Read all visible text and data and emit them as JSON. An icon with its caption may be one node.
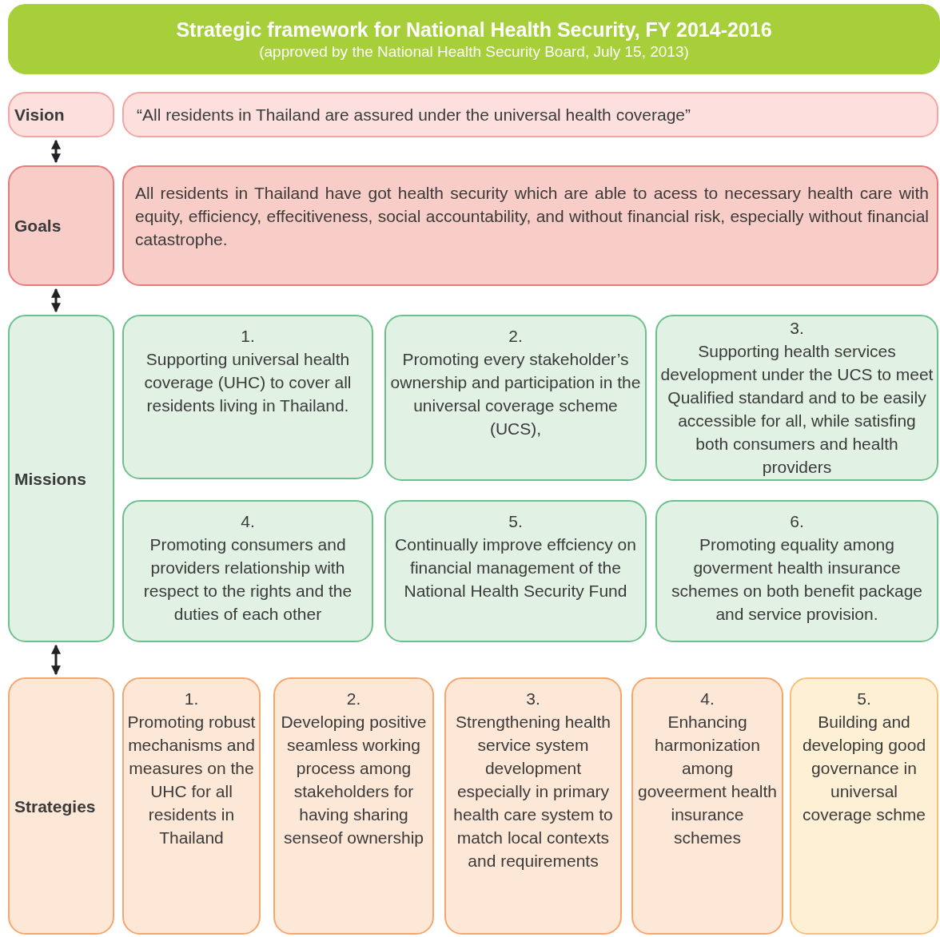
{
  "diagram": {
    "nodes": [
      {
        "text": [
          "Strategic framework for National Health Security, FY 2014-2016",
          "(approved by the National Health Security Board, July 15, 2013)"
        ]
      },
      {
        "text": [
          "Vision"
        ]
      },
      {
        "text": [
          "“All residents in Thailand are assured under the universal health coverage”"
        ]
      },
      {
        "text": [
          "Goals"
        ]
      },
      {
        "text": [
          "All residents in Thailand have got health security which are able to acess to necessary health care with equity, efficiency, effecitiveness, social accountability, and without financial risk, especially without financial catastrophe."
        ]
      },
      {
        "text": [
          "Missions"
        ]
      },
      {
        "text": [
          "1.",
          "Supporting universal health coverage (UHC) to cover all residents living in Thailand."
        ]
      },
      {
        "text": [
          "2.",
          "Promoting every stakeholder’s ownership and participation in the universal coverage scheme (UCS),"
        ]
      },
      {
        "text": [
          "3.",
          "Supporting health services development under the UCS to meet Qualified standard and to be easily accessible for all, while satisfing both consumers and health providers"
        ]
      },
      {
        "text": [
          "4.",
          "Promoting consumers and providers relationship with respect to the rights and the duties of each other"
        ]
      },
      {
        "text": [
          "5.",
          "Continually improve effciency on financial management of the National Health Security Fund"
        ]
      },
      {
        "text": [
          "6.",
          "Promoting equality among goverment health insurance schemes on both benefit package and service provision."
        ]
      },
      {
        "text": [
          "Strategies"
        ]
      },
      {
        "text": [
          "1.",
          "Promoting robust mechanisms and measures on the UHC for all residents in Thailand"
        ]
      },
      {
        "text": [
          "2.",
          "Developing positive seamless working process among stakeholders for having sharing senseof ownership"
        ]
      },
      {
        "text": [
          "3.",
          "Strengthening health service system development especially in primary health care system to match local contexts and requirements"
        ]
      },
      {
        "text": [
          "4.",
          "Enhancing harmonization among goveerment health insurance schemes"
        ]
      },
      {
        "text": [
          "5.",
          "Building and developing good governance in universal coverage schme"
        ]
      }
    ],
    "edges": [
      {
        "from": 1,
        "to": 3,
        "arrow": "both"
      },
      {
        "from": 3,
        "to": 5,
        "arrow": "both"
      },
      {
        "from": 5,
        "to": 12,
        "arrow": "both"
      }
    ]
  }
}
